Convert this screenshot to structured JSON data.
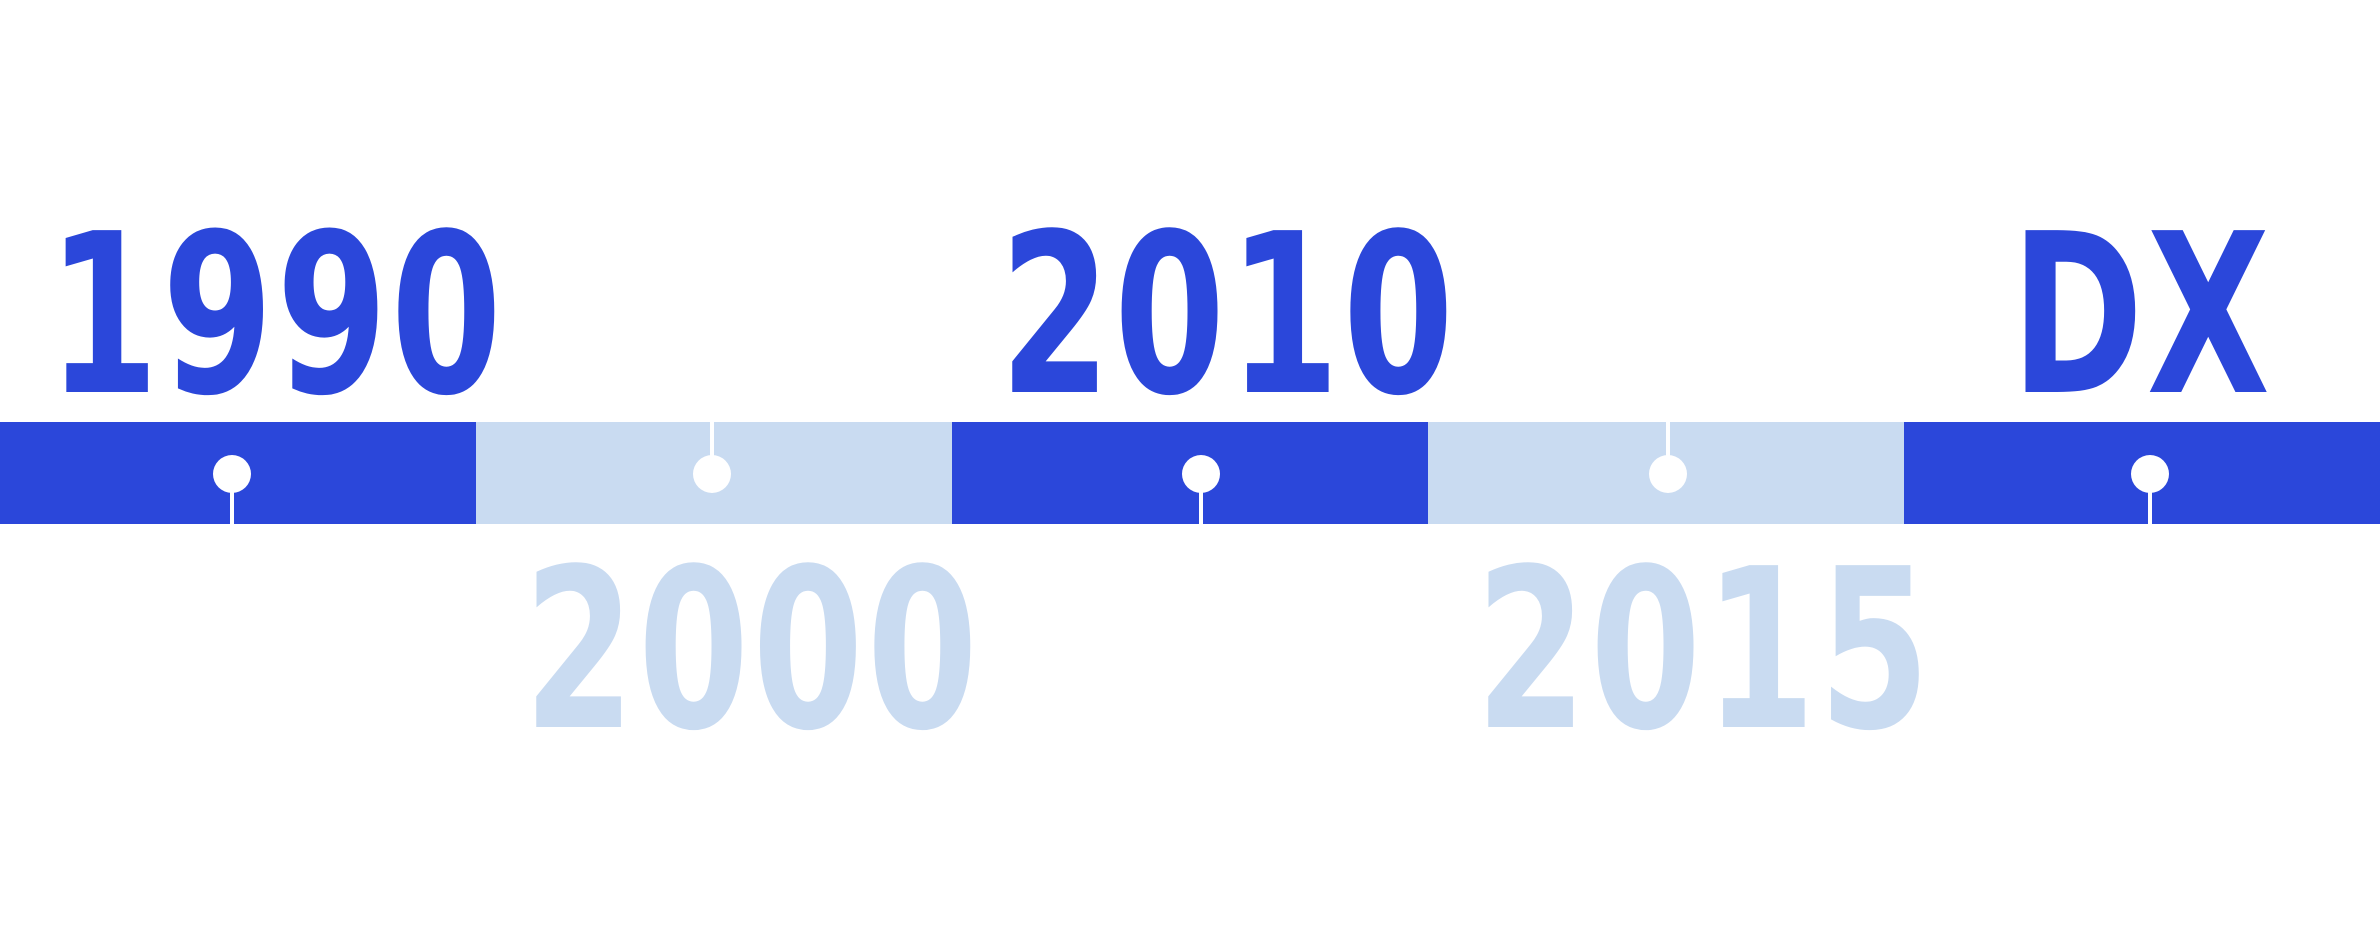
{
  "colors": {
    "dark": "#2b47da",
    "light": "#c9dbf1",
    "marker": "#ffffff"
  },
  "timeline": {
    "segments": [
      {
        "label": "1990",
        "tone": "dark",
        "label_position": "above"
      },
      {
        "label": "2000",
        "tone": "light",
        "label_position": "below"
      },
      {
        "label": "2010",
        "tone": "dark",
        "label_position": "above"
      },
      {
        "label": "2015",
        "tone": "light",
        "label_position": "below"
      },
      {
        "label": "DX",
        "tone": "dark",
        "label_position": "above"
      }
    ]
  }
}
